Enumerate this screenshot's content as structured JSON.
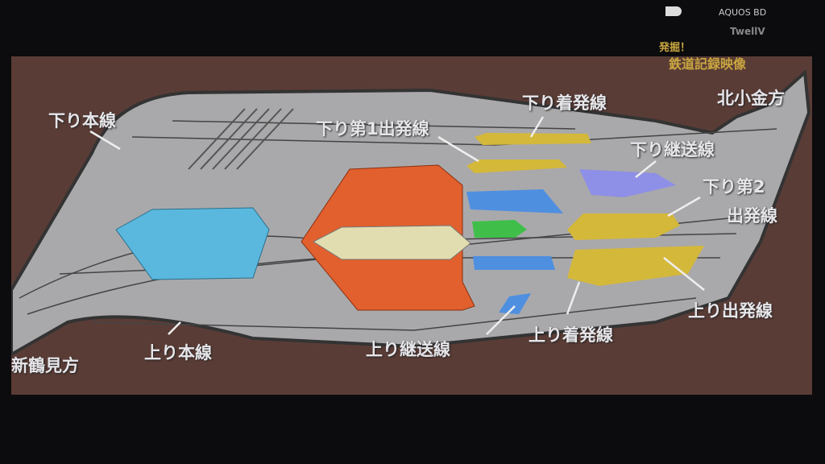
{
  "osd": {
    "input_label": "AQUOS BD",
    "channel_logo": "TwellV",
    "channel_icon": "input-1-icon"
  },
  "program": {
    "line1": "発掘！",
    "line2": "鉄道記録映像"
  },
  "colors": {
    "background": "#5a3c36",
    "yard": "#a9a9ab",
    "red": "#e2602e",
    "cyan": "#5ab8de",
    "yellow": "#d4b83a",
    "blue": "#4f8fe0",
    "green": "#3fbf4a",
    "violet": "#8e8fe6",
    "cream": "#e2ddb0"
  },
  "labels": {
    "down_main": "下り本線",
    "up_main": "上り本線",
    "shin_tsurumi": "新鶴見方",
    "kita_kogane": "北小金方",
    "down_departure_1": "下り第1出発線",
    "down_arrival_departure": "下り着発線",
    "down_relay": "下り継送線",
    "down_departure_2a": "下り第2",
    "down_departure_2b": "出発線",
    "up_departure": "上り出発線",
    "up_arrival_departure": "上り着発線",
    "up_relay": "上り継送線"
  }
}
